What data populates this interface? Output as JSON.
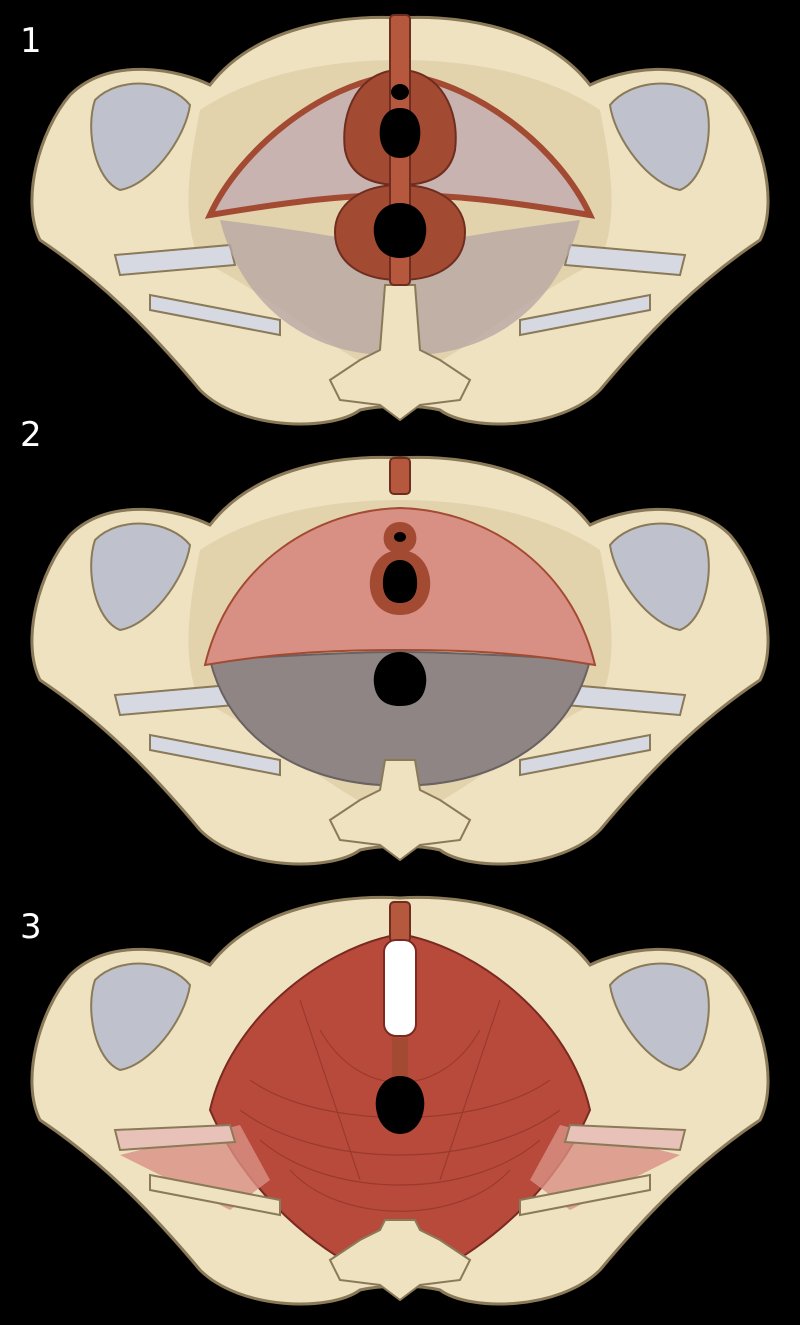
{
  "panels": [
    {
      "number": "1"
    },
    {
      "number": "2"
    },
    {
      "number": "3"
    }
  ],
  "colors": {
    "background": "#000000",
    "bone": "#efe2c0",
    "bone_shadow": "#d9c9a0",
    "bone_outline": "#8a7a58",
    "cartilage": "#bfc2cc",
    "muscle_dark": "#a34a33",
    "muscle_pink": "#d99084",
    "muscle_red": "#b84a3c",
    "fascia_gray": "#8f8585",
    "opening": "#000000"
  }
}
